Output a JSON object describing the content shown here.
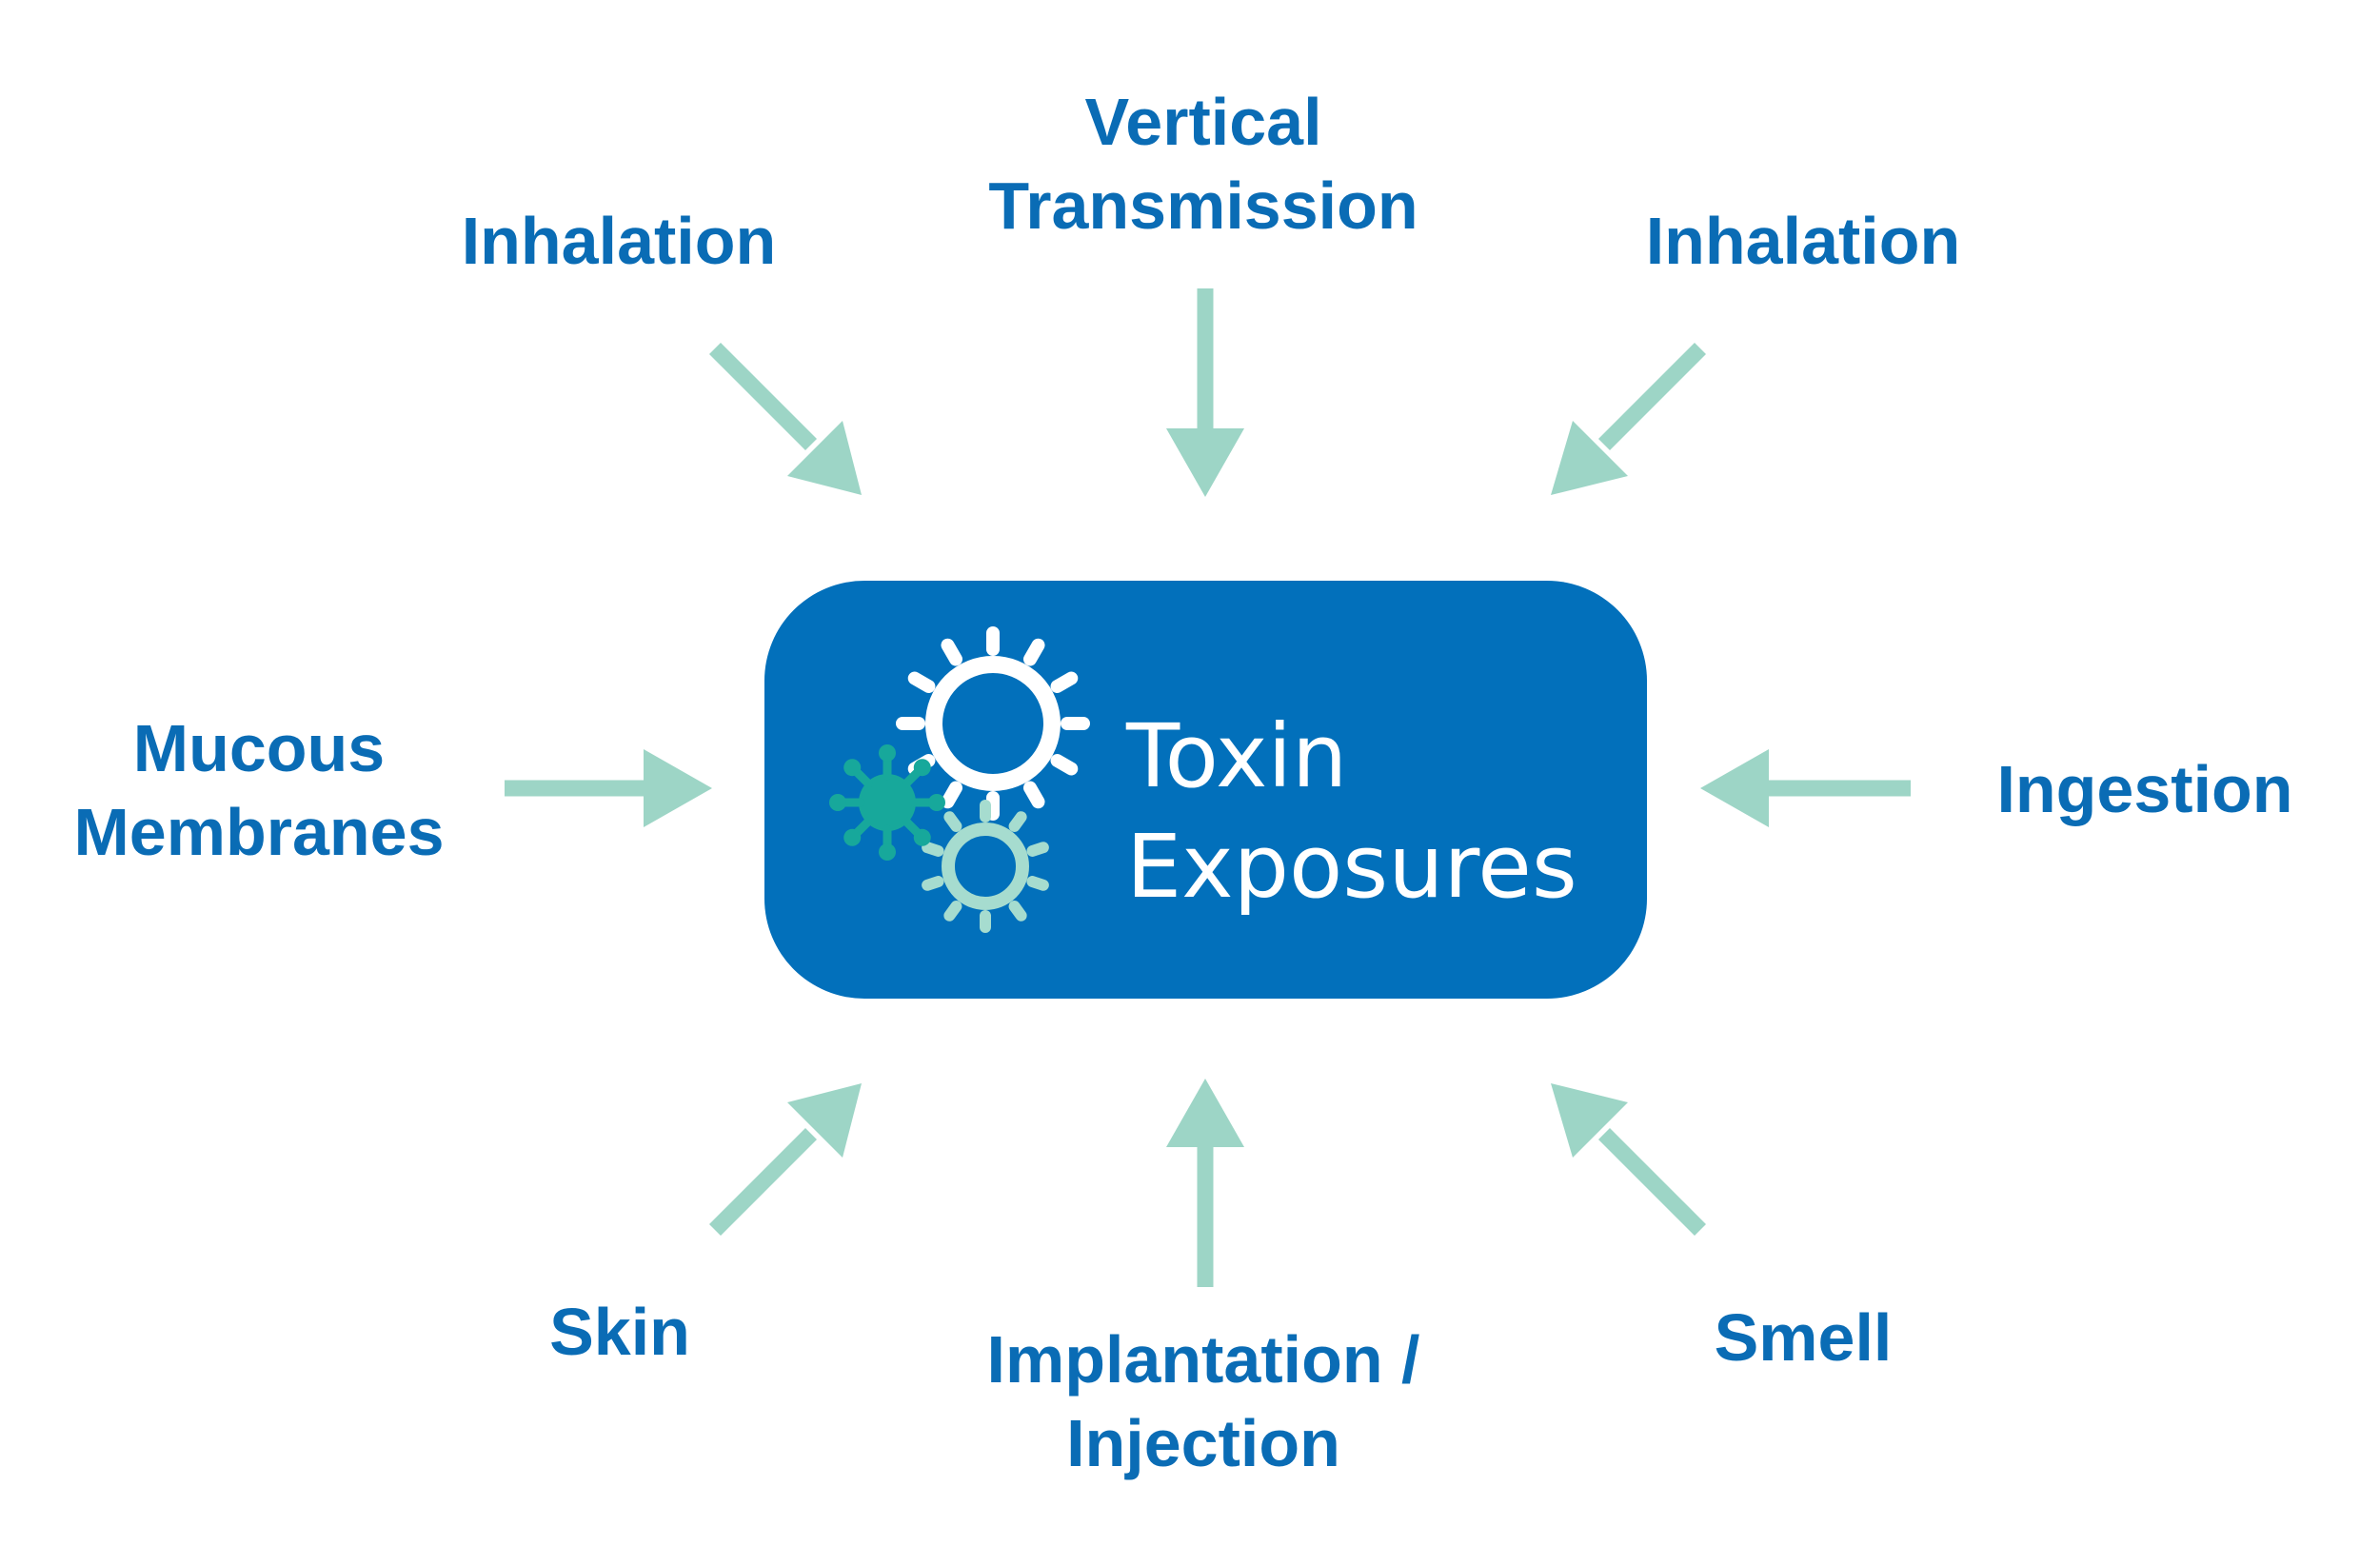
{
  "center": {
    "title_line1": "Toxin",
    "title_line2": "Exposures"
  },
  "routes": {
    "top_left": "Inhalation",
    "top_center_line1": "Vertical",
    "top_center_line2": "Transmission",
    "top_right": "Inhalation",
    "left_line1": "Mucous",
    "left_line2": "Membranes",
    "right": "Ingestion",
    "bottom_left": "Skin",
    "bottom_center_line1": "Implantation /",
    "bottom_center_line2": "Injection",
    "bottom_right": "Smell"
  },
  "icons": {
    "center_icon": "germ-gears-icon"
  },
  "colors": {
    "label": "#0a6cb5",
    "box": "#0270bb",
    "arrow": "#9dd5c6",
    "gear_white": "#ffffff",
    "gear_light": "#a6dccf",
    "germ": "#17a89b"
  }
}
